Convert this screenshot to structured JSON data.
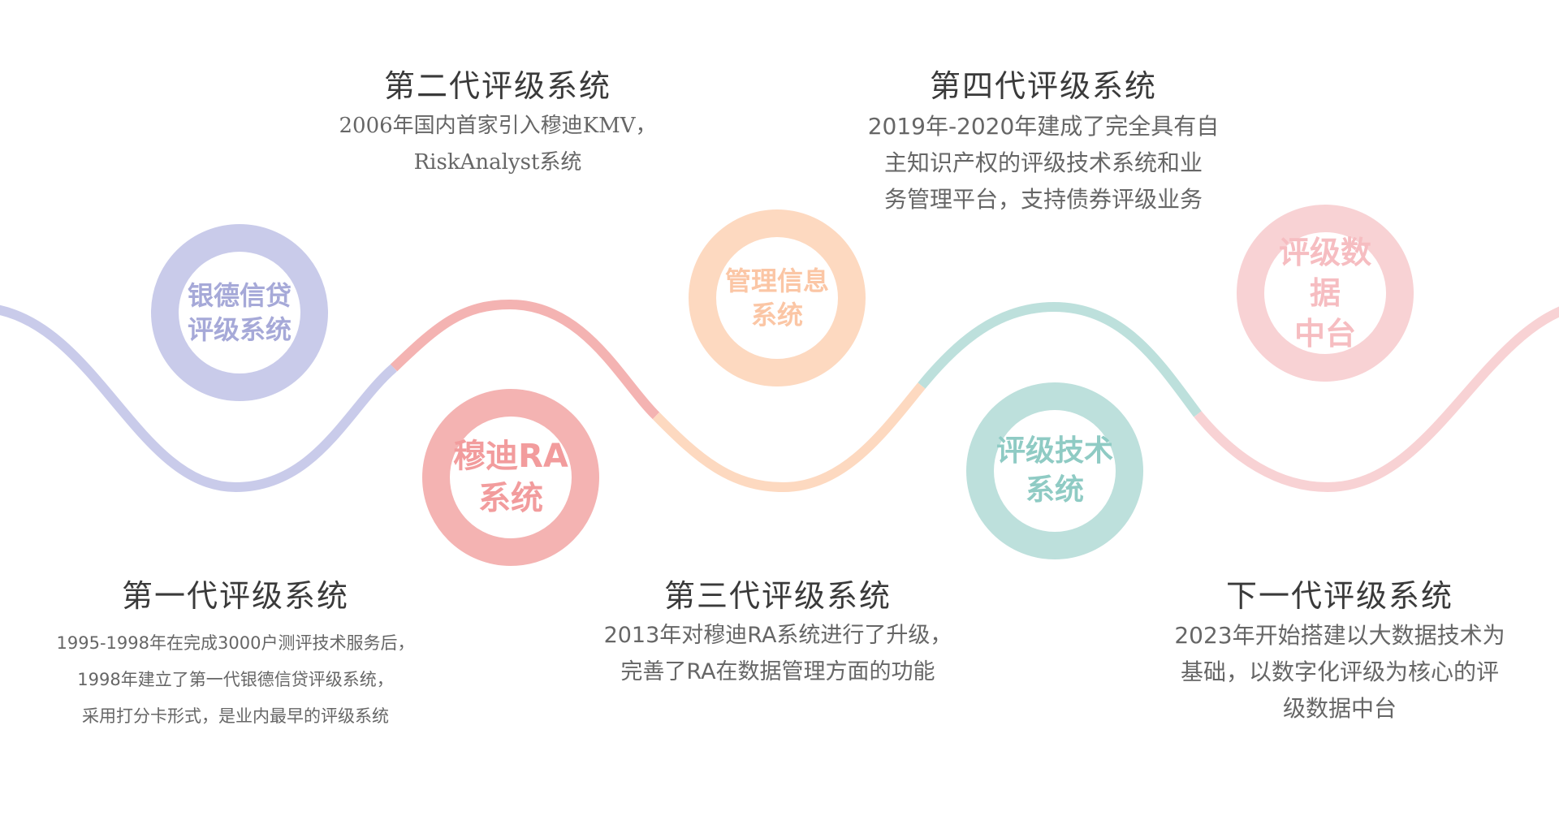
{
  "colors": {
    "lavender": "#c9cbea",
    "lavender_text": "#a6a9d8",
    "salmon": "#f4b3b2",
    "salmon_text": "#f29c9d",
    "peach": "#fdd9c0",
    "peach_text": "#fbc6a5",
    "mint": "#bde0dc",
    "mint_text": "#8fcbc4",
    "pink": "#f8d2d4",
    "pink_text": "#f6bdc1"
  },
  "nodes": [
    {
      "line1": "银德信贷",
      "line2": "评级系统"
    },
    {
      "line1": "穆迪RA",
      "line2": "系统"
    },
    {
      "line1": "管理信息",
      "line2": "系统"
    },
    {
      "line1": "评级技术",
      "line2": "系统"
    },
    {
      "line1": "评级数据",
      "line2": "中台"
    }
  ],
  "generations": [
    {
      "title": "第一代评级系统",
      "desc": [
        "1995-1998年在完成3000户测评技术服务后，",
        "1998年建立了第一代银德信贷评级系统，",
        "采用打分卡形式，是业内最早的评级系统"
      ]
    },
    {
      "title": "第二代评级系统",
      "desc": [
        "2006年国内首家引入穆迪KMV，",
        "RiskAnalyst系统"
      ]
    },
    {
      "title": "第三代评级系统",
      "desc": [
        "2013年对穆迪RA系统进行了升级，",
        "完善了RA在数据管理方面的功能"
      ]
    },
    {
      "title": "第四代评级系统",
      "desc": [
        "2019年-2020年建成了完全具有自",
        "主知识产权的评级技术系统和业",
        "务管理平台，支持债券评级业务"
      ]
    },
    {
      "title": "下一代评级系统",
      "desc": [
        "2023年开始搭建以大数据技术为",
        "基础，以数字化评级为核心的评",
        "级数据中台"
      ]
    }
  ]
}
